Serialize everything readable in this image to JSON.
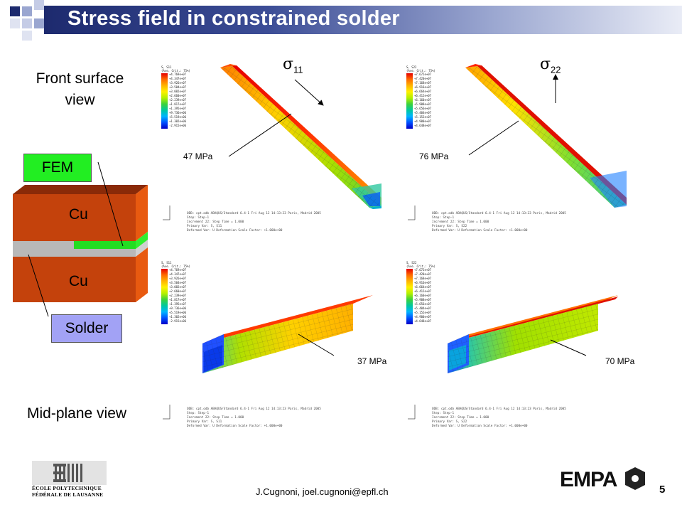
{
  "slide": {
    "title": "Stress field in constrained solder",
    "page_number": "5",
    "footer": "J.Cugnoni, joel.cugnoni@epfl.ch"
  },
  "labels": {
    "front_line1": "Front surface",
    "front_line2": "view",
    "mid_plane": "Mid-plane view",
    "fem": "FEM",
    "solder": "Solder",
    "cu_top": "Cu",
    "cu_bottom": "Cu"
  },
  "stress": {
    "sigma_symbol": "σ",
    "s11_sub": "11",
    "s22_sub": "22",
    "front_s11": "47 MPa",
    "front_s22": "76 MPa",
    "mid_s11": "37 MPa",
    "mid_s22": "70 MPa"
  },
  "fem_panels": {
    "legend_s11": {
      "header": [
        "S, S11",
        "(Ave. Crit.: 75%)"
      ],
      "values": [
        "+4.769e+07",
        "+4.347e+07",
        "+3.926e+07",
        "+3.504e+07",
        "+3.082e+07",
        "+2.660e+07",
        "+2.239e+07",
        "+1.817e+07",
        "+1.395e+07",
        "+9.736e+06",
        "+5.519e+06",
        "+1.302e+06",
        "-2.915e+06"
      ]
    },
    "legend_s22": {
      "header": [
        "S, S22",
        "(Ave. Crit.: 75%)"
      ],
      "values": [
        "+7.672e+07",
        "+7.420e+07",
        "+7.168e+07",
        "+6.916e+07",
        "+6.664e+07",
        "+6.412e+07",
        "+6.160e+07",
        "+5.908e+07",
        "+5.656e+07",
        "+5.404e+07",
        "+5.152e+07",
        "+4.900e+07",
        "+4.648e+07"
      ]
    },
    "info_s11": [
      "ODB: cpt.odb    ABAQUS/Standard 6.4-1    Fri Aug 12 14:13:23 Paris, Madrid 2005",
      "Step: Step-1",
      "Increment    22: Step Time =    1.000",
      "Primary Var: S, S11",
      "Deformed Var: U   Deformation Scale Factor: +1.000e+00"
    ],
    "info_s22": [
      "ODB: cpt.odb    ABAQUS/Standard 6.4-1    Fri Aug 12 14:13:23 Paris, Madrid 2005",
      "Step: Step-1",
      "Increment    22: Step Time =    1.000",
      "Primary Var: S, S22",
      "Deformed Var: U   Deformation Scale Factor: +1.000e+00"
    ]
  },
  "logos": {
    "epfl_line1": "ÉCOLE POLYTECHNIQUE",
    "epfl_line2": "FÉDÉRALE DE LAUSANNE",
    "empa": "EMPA"
  },
  "colors": {
    "header_dark": "#1d2a6e",
    "copper": "#c4420c",
    "copper_side": "#e85a10",
    "solder": "#b4b4b4",
    "fem_green": "#22ee22",
    "solder_label": "#a2a2f5"
  }
}
